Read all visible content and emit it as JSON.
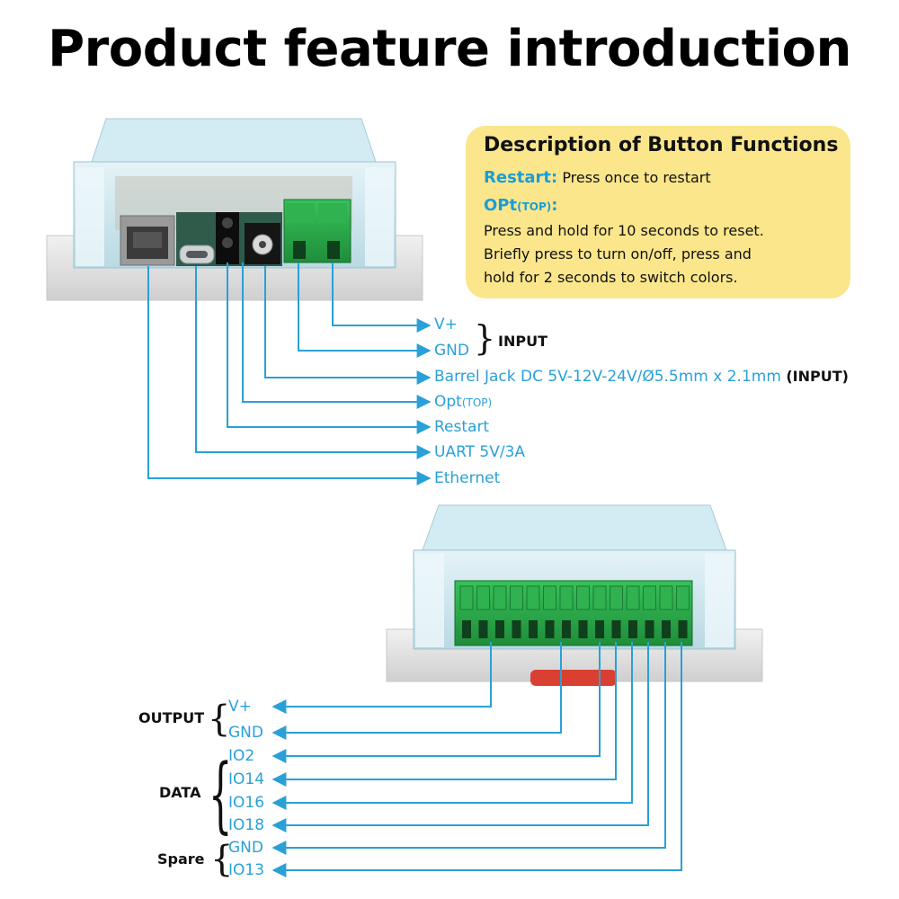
{
  "title": "Product feature introduction",
  "buttons_note": {
    "heading": "Description of Button Functions",
    "restart_key": "Restart:",
    "restart_desc": "Press once to restart",
    "opt_key": "OPt",
    "opt_key_sub": "(TOP)",
    "opt_colon": ":",
    "opt_lines": [
      "Press and hold for 10 seconds to reset.",
      "Briefly press to turn on/off, press and",
      "hold for 2 seconds to switch colors."
    ]
  },
  "top_labels": {
    "vplus": "V+",
    "gnd": "GND",
    "input_group": "INPUT",
    "barrel": "Barrel Jack DC 5V-12V-24V/Ø5.5mm x 2.1mm",
    "barrel_suffix": "(INPUT)",
    "opt": "Opt",
    "opt_sub": "(TOP)",
    "restart": "Restart",
    "uart": "UART 5V/3A",
    "ethernet": "Ethernet"
  },
  "bottom_labels": {
    "output_group": "OUTPUT",
    "out_vplus": "V+",
    "out_gnd": "GND",
    "data_group": "DATA",
    "io2": "IO2",
    "io14": "IO14",
    "io16": "IO16",
    "io18": "IO18",
    "spare_group": "Spare",
    "spare_gnd": "GND",
    "io13": "IO13"
  },
  "colors": {
    "accent": "#2aa0d8",
    "note_bg": "#fbe68c",
    "terminal_green": "#27a845",
    "enclosure": "#d6eaf0"
  }
}
